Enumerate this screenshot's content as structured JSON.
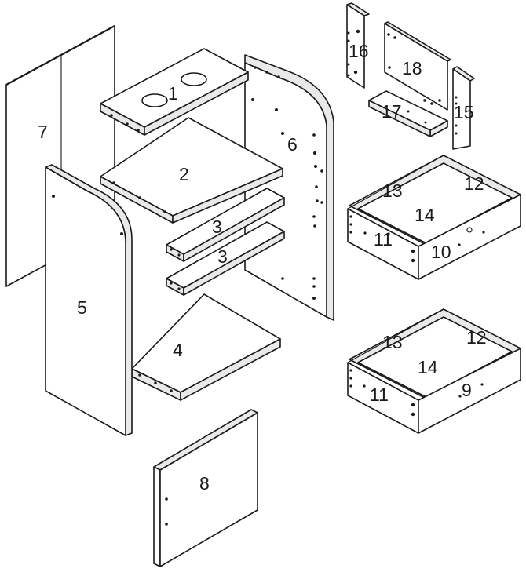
{
  "diagram": {
    "parts": {
      "p1": "1",
      "p2": "2",
      "p3a": "3",
      "p3b": "3",
      "p4": "4",
      "p5": "5",
      "p6": "6",
      "p7": "7",
      "p8": "8",
      "p9": "9",
      "p10": "10",
      "p11a": "11",
      "p11b": "11",
      "p12a": "12",
      "p12b": "12",
      "p13a": "13",
      "p13b": "13",
      "p14a": "14",
      "p14b": "14",
      "p15": "15",
      "p16": "16",
      "p17": "17",
      "p18": "18"
    }
  }
}
